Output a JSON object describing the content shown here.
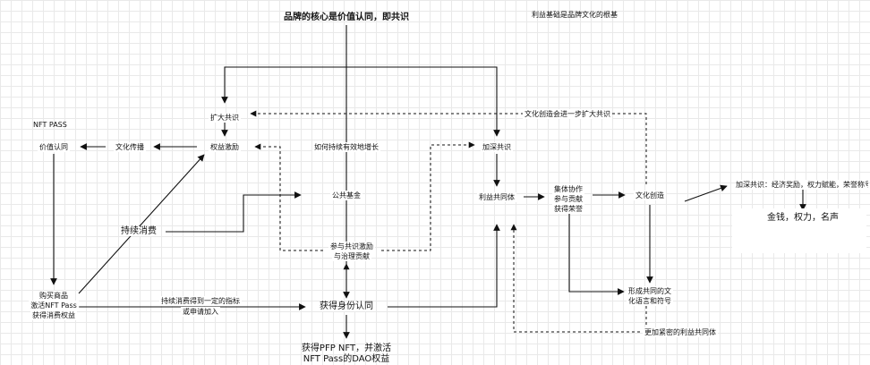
{
  "labels": {
    "title": "品牌的核心是价值认同，即共识",
    "top_note": "利益基础是品牌文化的根基",
    "nft_pass": "NFT PASS",
    "expand": "扩大共识",
    "culture_expand": "文化创造会进一步扩大共识",
    "value_id": "价值认同",
    "culture_spread": "文化传播",
    "rights_incentive": "权益激励",
    "how_grow": "如何持续有效地增长",
    "deepen": "加深共识",
    "public_fund": "公共基金",
    "interest_comm": "利益共同体",
    "collab_1": "集体协作",
    "collab_2": "参与贡献",
    "collab_3": "获得荣誉",
    "culture_create": "文化创造",
    "deepen_detail": "加深共识：经济奖励，权力赋能，荣誉称号",
    "money_power": "金钱，权力，名声",
    "consume": "持续消费",
    "participate_1": "参与共识激励",
    "participate_2": "与治理贡献",
    "buy_1": "购买商品",
    "buy_2": "激活NFT Pass",
    "buy_3": "获得消费权益",
    "threshold_1": "持续消费得到一定的指标",
    "threshold_2": "或申请加入",
    "identity": "获得身份认同",
    "common_lang_1": "形成共同的文",
    "common_lang_2": "化语言和符号",
    "closer": "更加紧密的利益共同体",
    "pfp_1": "获得PFP NFT，并激活",
    "pfp_2": "NFT Pass的DAO权益"
  },
  "colors": {
    "line": "#111111",
    "grid": "#e9e9e9",
    "background": "#ffffff"
  }
}
